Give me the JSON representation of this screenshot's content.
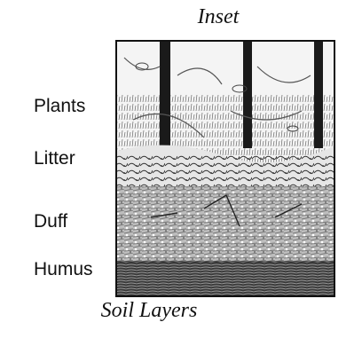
{
  "inset_title": "Inset",
  "caption": "Soil Layers",
  "layers": [
    {
      "label": "Plants"
    },
    {
      "label": "Litter"
    },
    {
      "label": "Duff"
    },
    {
      "label": "Humus"
    }
  ]
}
